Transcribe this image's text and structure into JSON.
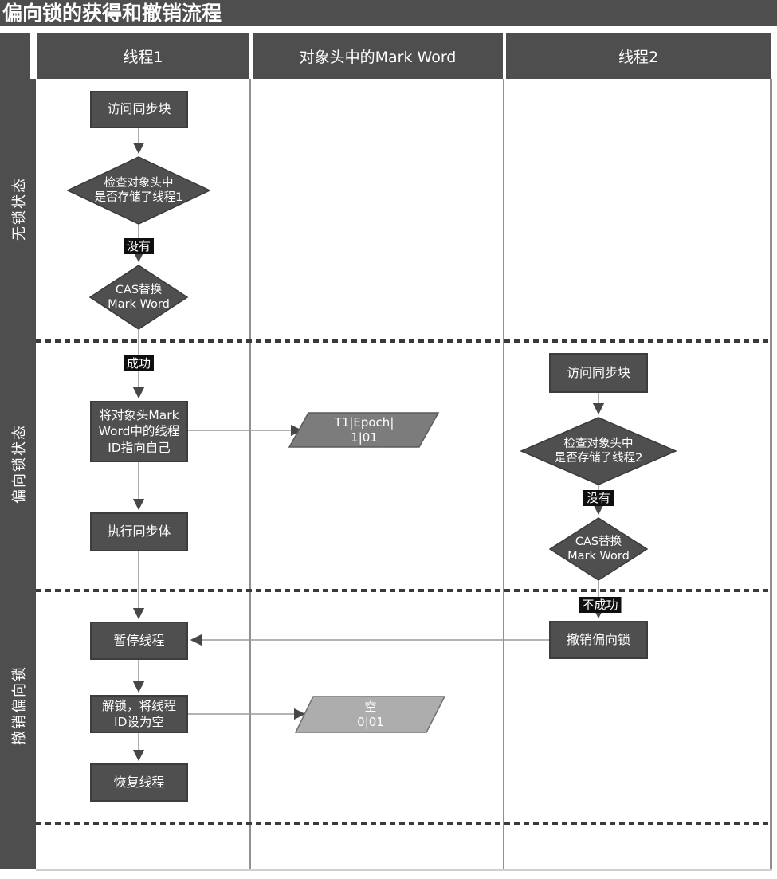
{
  "title": "偏向锁的获得和撤销流程",
  "lanes": [
    {
      "label": "线程1"
    },
    {
      "label": "对象头中的Mark Word"
    },
    {
      "label": "线程2"
    }
  ],
  "states": [
    {
      "label": "无锁状态"
    },
    {
      "label": "偏向锁状态"
    },
    {
      "label": "撤销偏向锁"
    }
  ],
  "thread1": {
    "box_access": "访问同步块",
    "diamond_check": [
      "检查对象头中",
      "是否存储了线程1"
    ],
    "label_no": "没有",
    "diamond_cas": [
      "CAS替换",
      "Mark Word"
    ],
    "label_success": "成功",
    "box_set_id": [
      "将对象头Mark",
      "Word中的线程",
      "ID指向自己"
    ],
    "box_execute": "执行同步体",
    "box_pause": "暂停线程",
    "box_unlock": [
      "解锁，将线程",
      "ID设为空"
    ],
    "box_resume": "恢复线程"
  },
  "markword": {
    "para_biased": [
      "T1|Epoch|",
      "1|01"
    ],
    "para_empty": [
      "空",
      "0|01"
    ]
  },
  "thread2": {
    "box_access": "访问同步块",
    "diamond_check": [
      "检查对象头中",
      "是否存储了线程2"
    ],
    "label_no": "没有",
    "diamond_cas": [
      "CAS替换",
      "Mark Word"
    ],
    "label_fail": "不成功",
    "box_revoke": "撤销偏向锁"
  },
  "colors": {
    "panel_dark": "#4e4e4e",
    "node_fill": "#4f4f4f",
    "node_border": "#3d3d3d",
    "badge_bg": "#0f0f0f",
    "para_biased_fill": "#7c7c7c",
    "para_empty_fill": "#adadad",
    "connector_line": "#9a9a9a",
    "arrowhead": "#474747",
    "lane_separator": "#919191",
    "dashed_line": "#3a3a3a"
  }
}
